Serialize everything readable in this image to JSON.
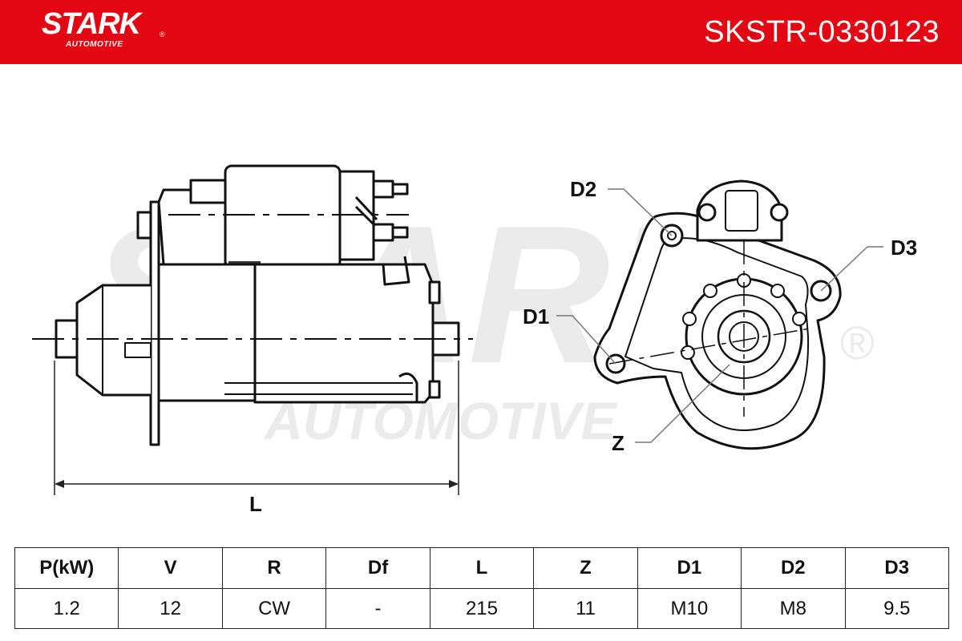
{
  "header": {
    "brand": "STARK",
    "brand_sub": "AUTOMOTIVE",
    "registered": "®",
    "part_number": "SKSTR-0330123",
    "background": "#e30613"
  },
  "watermark": {
    "line1": "STARK",
    "line2": "AUTOMOTIVE",
    "registered": "®"
  },
  "diagram": {
    "length_label": "L",
    "callouts": {
      "d1": "D1",
      "d2": "D2",
      "d3": "D3",
      "z": "Z"
    }
  },
  "specs": {
    "columns": [
      {
        "header": "P(kW)",
        "value": "1.2"
      },
      {
        "header": "V",
        "value": "12"
      },
      {
        "header": "R",
        "value": "CW"
      },
      {
        "header": "Df",
        "value": "-"
      },
      {
        "header": "L",
        "value": "215"
      },
      {
        "header": "Z",
        "value": "11"
      },
      {
        "header": "D1",
        "value": "M10"
      },
      {
        "header": "D2",
        "value": "M8"
      },
      {
        "header": "D3",
        "value": "9.5"
      }
    ]
  }
}
